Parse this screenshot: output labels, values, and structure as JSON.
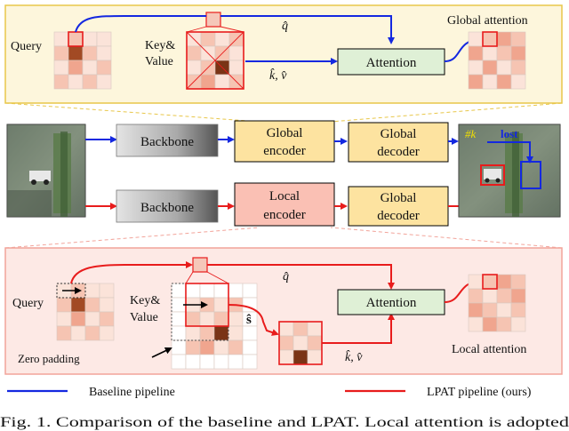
{
  "top_panel": {
    "query_label": "Query",
    "key_value_label_1": "Key&",
    "key_value_label_2": "Value",
    "q_hat": "q̂",
    "kv_hat": "k̂, v̂",
    "attention_label": "Attention",
    "global_attention_label": "Global attention"
  },
  "middle": {
    "backbone_top": "Backbone",
    "global_encoder_1": "Global",
    "global_encoder_2": "encoder",
    "global_decoder_top_1": "Global",
    "global_decoder_top_2": "decoder",
    "backbone_bottom": "Backbone",
    "local_encoder_1": "Local",
    "local_encoder_2": "encoder",
    "global_decoder_bottom_1": "Global",
    "global_decoder_bottom_2": "decoder",
    "track_id": "#k",
    "lost_label": "lost"
  },
  "bottom_panel": {
    "query_label": "Query",
    "key_value_label_1": "Key&",
    "key_value_label_2": "Value",
    "zero_padding_label": "Zero padding",
    "q_hat": "q̂",
    "s_hat": "ŝ",
    "kv_hat": "k̂, v̂",
    "attention_label": "Attention",
    "local_attention_label": "Local attention"
  },
  "legend": {
    "baseline": "Baseline pipeline",
    "lpat": "LPAT pipeline (ours)"
  },
  "caption": {
    "text": "Fig. 1.   Comparison of the baseline and LPAT. Local attention is adopted"
  },
  "colors": {
    "blue": "#1428e0",
    "red": "#e81c1c",
    "top_panel_border": "#e8c74a",
    "top_panel_fill": "#fdf6dc",
    "bottom_panel_border": "#f2a49a",
    "bottom_panel_fill": "#fde9e5",
    "attention_box": "#dff0d6",
    "encoder_yellow": "#fde3a0",
    "encoder_pink": "#fac0b4"
  }
}
